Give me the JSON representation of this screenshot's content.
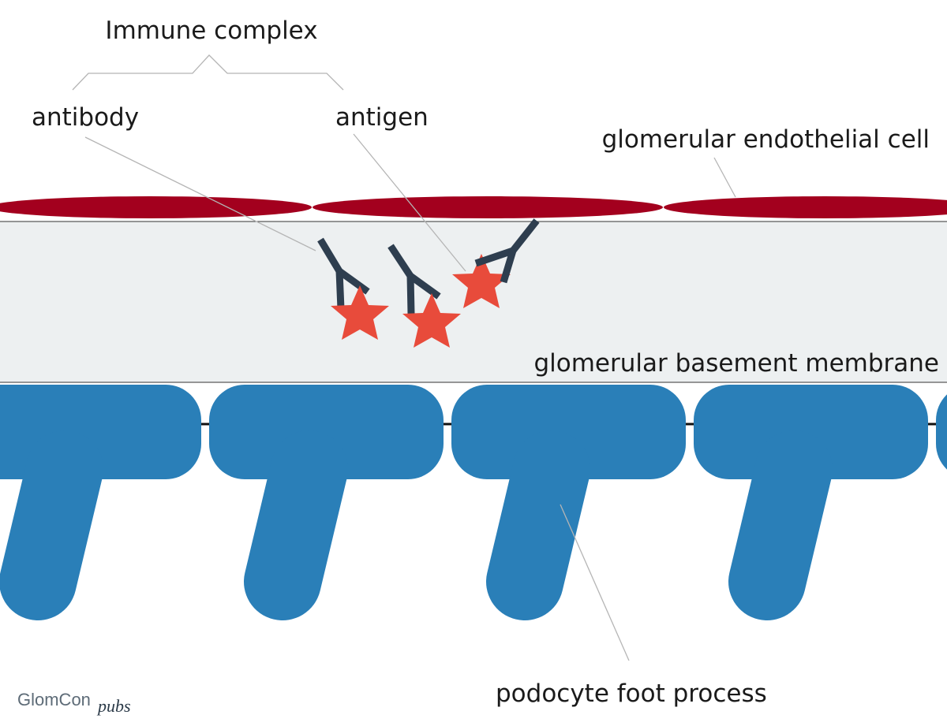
{
  "labels": {
    "immune_complex": "Immune complex",
    "antibody": "antibody",
    "antigen": "antigen",
    "endothelial_cell": "glomerular endothelial cell",
    "basement_membrane": "glomerular basement membrane",
    "podocyte_foot_process": "podocyte foot process"
  },
  "brand": {
    "name": "GlomCon",
    "suffix": "pubs"
  },
  "colors": {
    "endothelium": "#a3001e",
    "basement_membrane": "#edf0f1",
    "podocyte": "#2a7fb8",
    "antibody": "#2e3e4f",
    "antigen": "#e84b3b",
    "leader_line": "#b5b5b5"
  }
}
